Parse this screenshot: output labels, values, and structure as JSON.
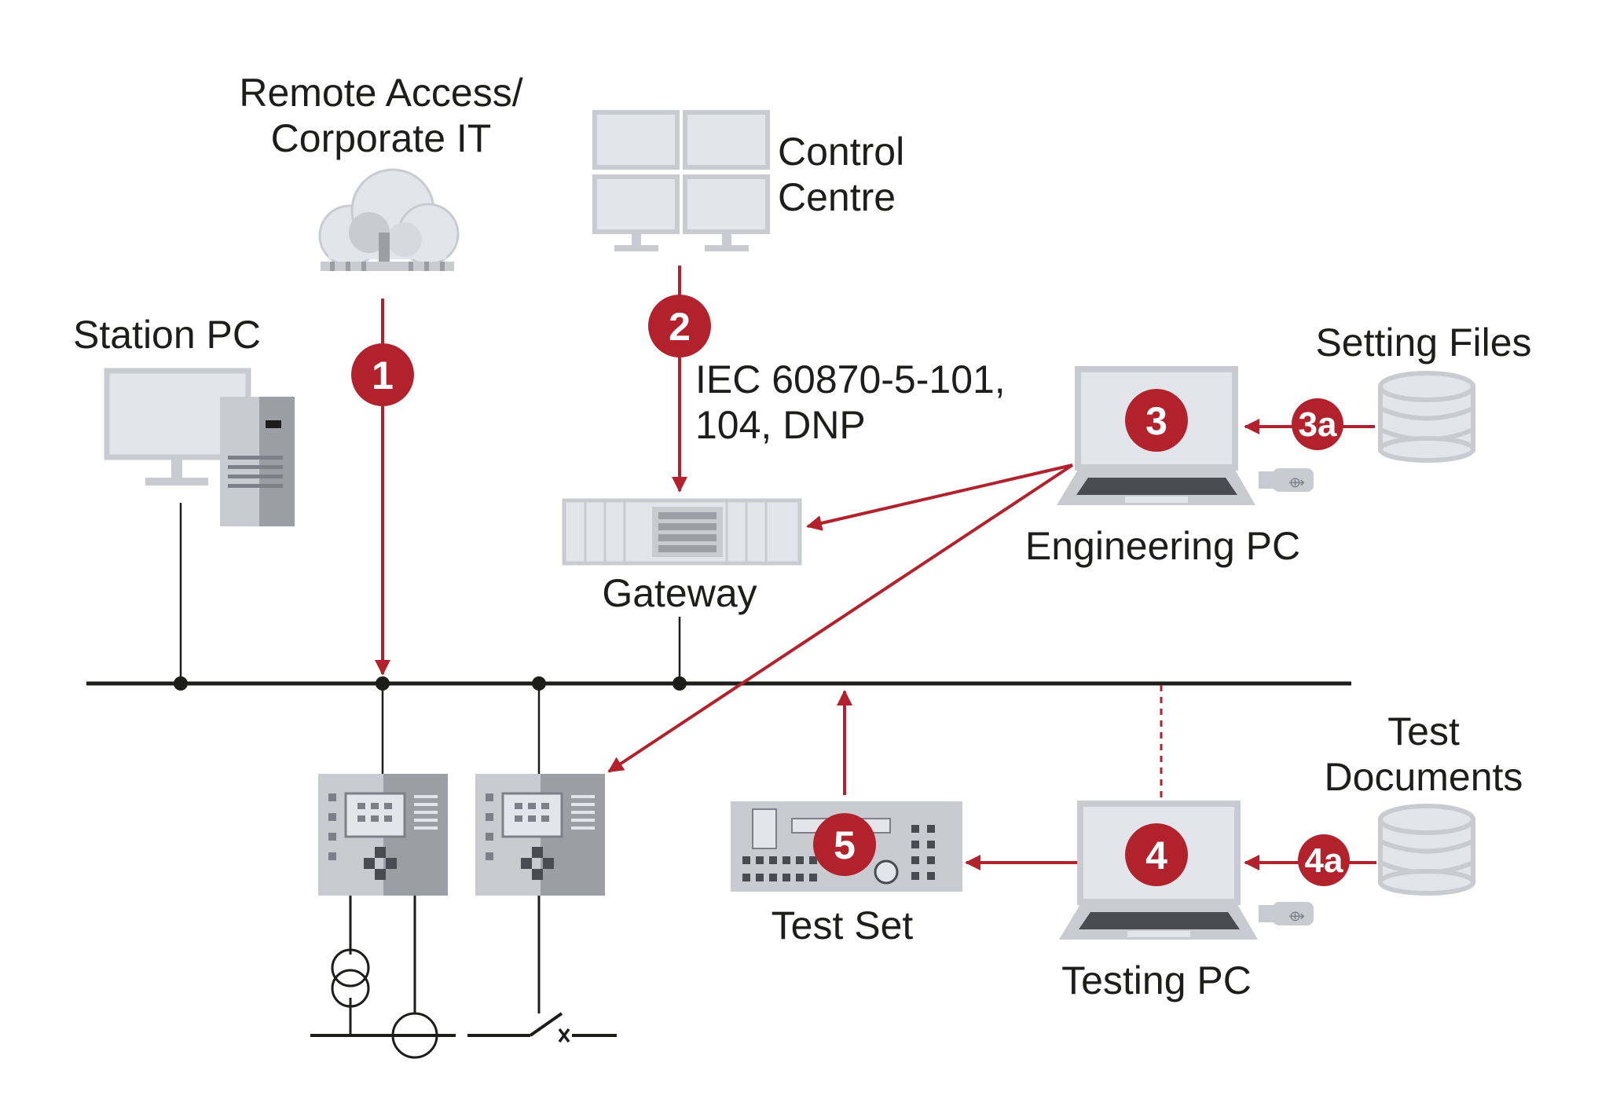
{
  "labels": {
    "remote_line1": "Remote Access/",
    "remote_line2": "Corporate IT",
    "control_line1": "Control",
    "control_line2": "Centre",
    "station_pc": "Station PC",
    "protocol_line1": "IEC 60870-5-101,",
    "protocol_line2": "104, DNP",
    "gateway": "Gateway",
    "engineering_pc": "Engineering PC",
    "setting_files": "Setting Files",
    "test_line1": "Test",
    "test_line2": "Documents",
    "test_set": "Test Set",
    "testing_pc": "Testing PC"
  },
  "markers": {
    "m1": "1",
    "m2": "2",
    "m3": "3",
    "m3a": "3a",
    "m4": "4",
    "m4a": "4a",
    "m5": "5"
  },
  "colors": {
    "accent_red": "#b1222c",
    "line_dark": "#1d1d1b",
    "device_gray": "#c9cbd1",
    "device_light": "#e4e5ea",
    "device_dark": "#7e8089"
  },
  "icons": {
    "cloud": "cloud-network-icon",
    "monitors": "monitor-wall-icon",
    "station_pc": "desktop-pc-icon",
    "gateway": "rack-gateway-icon",
    "laptop": "laptop-icon",
    "database": "database-icon",
    "usb": "usb-stick-icon",
    "ied": "protection-relay-icon",
    "test_set": "test-set-icon",
    "transformer": "current-transformer-icon",
    "switch": "breaker-switch-icon"
  }
}
